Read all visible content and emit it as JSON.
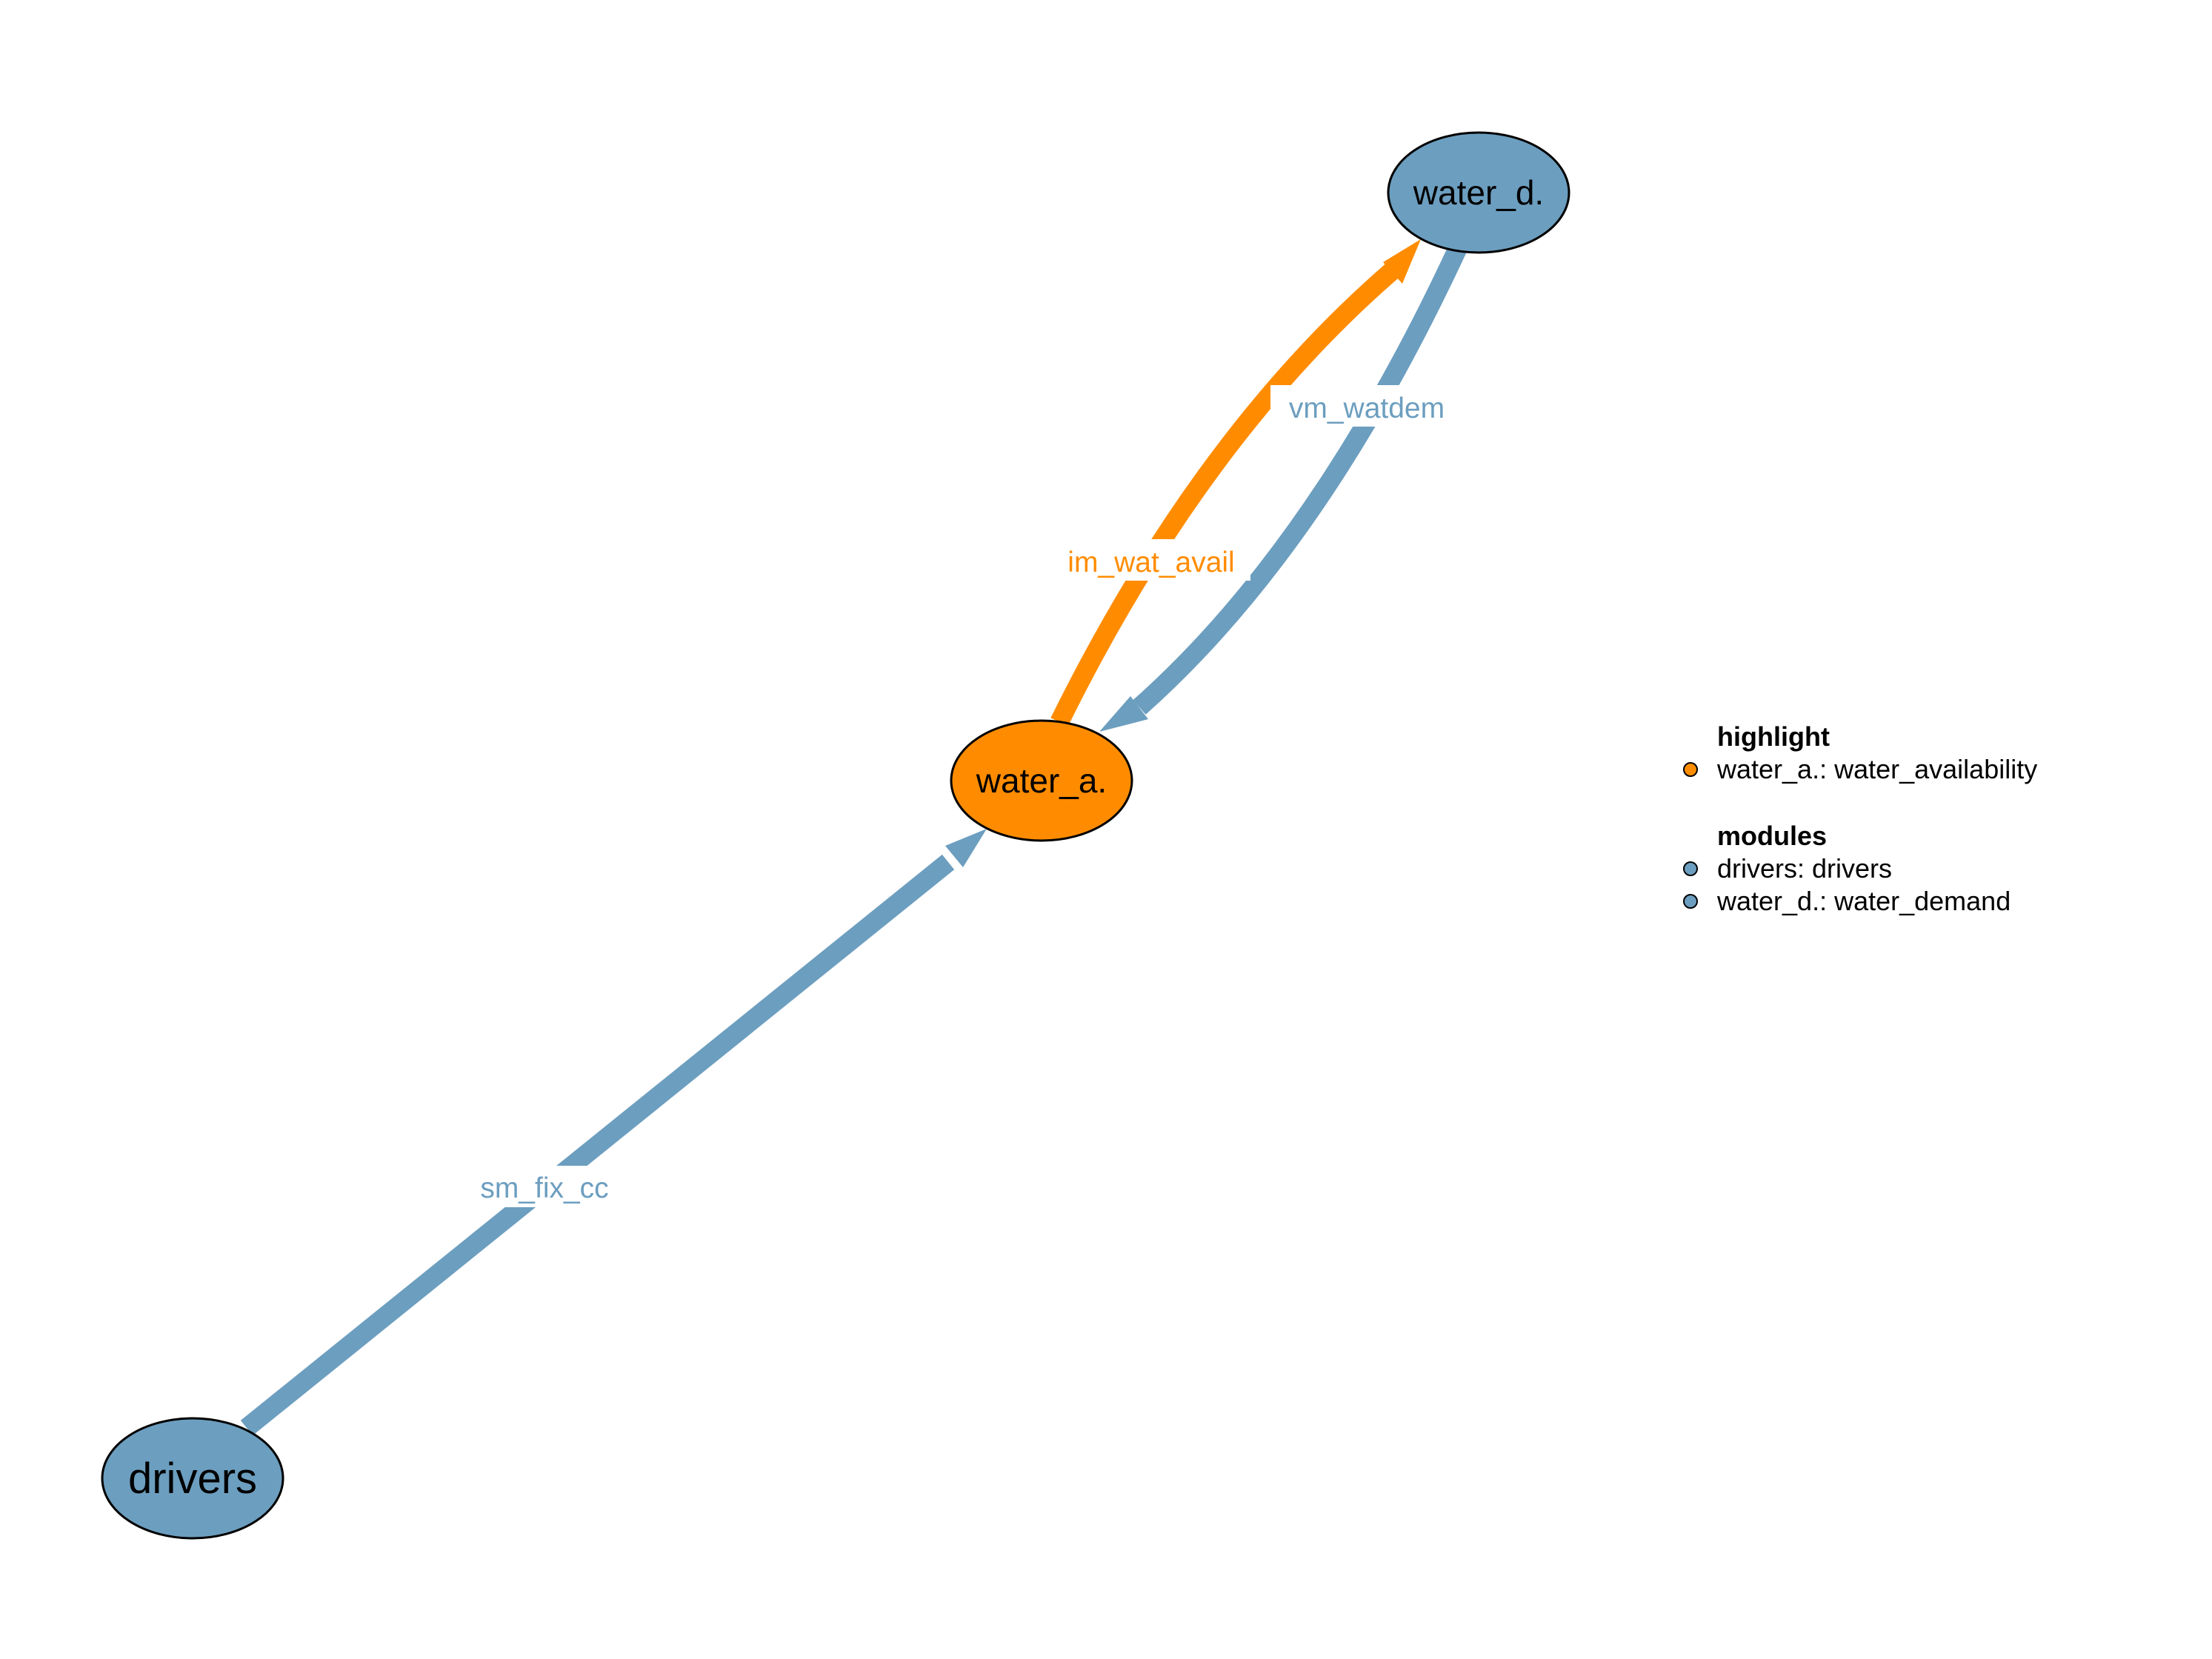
{
  "colors": {
    "module": "#6c9ebf",
    "highlight": "#ff8c00",
    "outline": "#000000",
    "label_bg": "#ffffff"
  },
  "nodes": {
    "drivers": {
      "label": "drivers",
      "color": "#6c9ebf"
    },
    "water_a": {
      "label": "water_a.",
      "color": "#ff8c00"
    },
    "water_d": {
      "label": "water_d.",
      "color": "#6c9ebf"
    }
  },
  "edges": {
    "sm_fix_cc": {
      "label": "sm_fix_cc",
      "from": "drivers",
      "to": "water_a.",
      "color": "#6c9ebf"
    },
    "im_wat_avail": {
      "label": "im_wat_avail",
      "from": "water_a.",
      "to": "water_d.",
      "color": "#ff8c00"
    },
    "vm_watdem": {
      "label": "vm_watdem",
      "from": "water_d.",
      "to": "water_a.",
      "color": "#6c9ebf"
    }
  },
  "legend": {
    "highlight": {
      "heading": "highlight",
      "items": [
        {
          "text": "water_a.: water_availability",
          "color": "#ff8c00"
        }
      ]
    },
    "modules": {
      "heading": "modules",
      "items": [
        {
          "text": "drivers: drivers",
          "color": "#6c9ebf"
        },
        {
          "text": "water_d.: water_demand",
          "color": "#6c9ebf"
        }
      ]
    }
  }
}
